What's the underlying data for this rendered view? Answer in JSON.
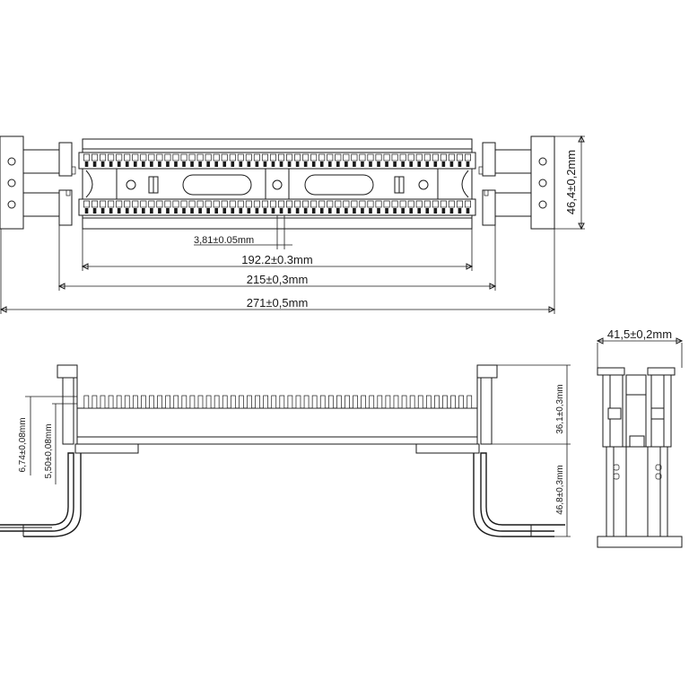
{
  "dimensions": {
    "pitch": "3,81±0.05mm",
    "contact_span": "192.2±0.3mm",
    "mount_span": "215±0,3mm",
    "overall_length": "271±0,5mm",
    "top_height": "46,4±0,2mm",
    "side_width": "41,5±0,2mm",
    "upper_height": "36,1±0,3mm",
    "lower_height": "46,8±0,3mm",
    "offset_a": "6,74±0,08mm",
    "offset_b": "5,50±0,08mm"
  },
  "contacts_per_row": 48,
  "colors": {
    "line": "#1a1a1a",
    "background": "#ffffff"
  }
}
